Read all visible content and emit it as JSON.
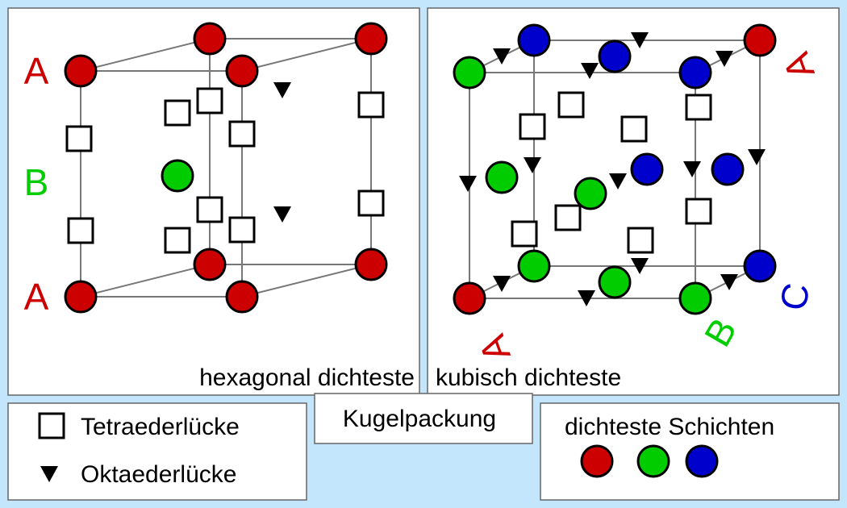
{
  "hcp": {
    "caption": "hexagonal dichteste",
    "labels": [
      "A",
      "B",
      "A"
    ]
  },
  "ccp": {
    "caption": "kubisch dichteste",
    "labels": {
      "top": "A",
      "c": "C",
      "b": "B",
      "bottom": "A"
    }
  },
  "center_label": "Kugelpackung",
  "legend": {
    "tetra": "Tetraederlücke",
    "okta": "Oktaederlücke"
  },
  "layers_legend": {
    "title": "dichteste Schichten"
  },
  "colors": {
    "A": "#cc0000",
    "B": "#00cc00",
    "C": "#0000cc",
    "background": "#c4e6fc"
  }
}
